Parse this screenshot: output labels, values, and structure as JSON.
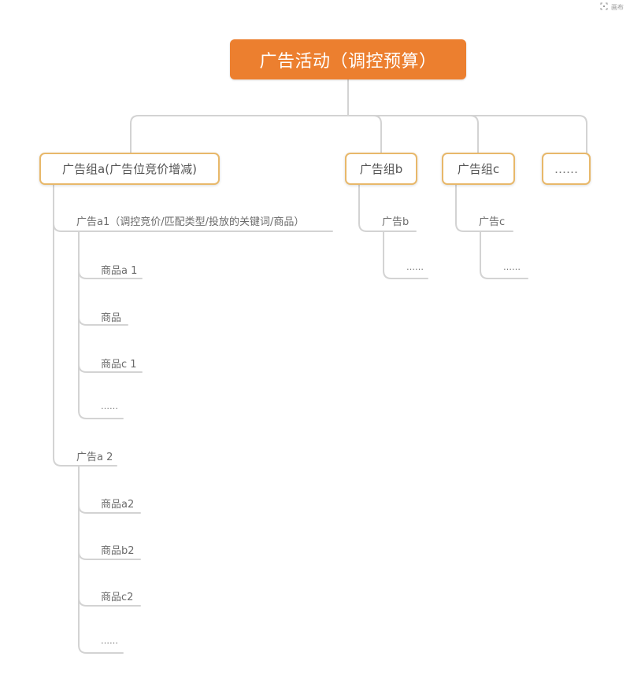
{
  "toolbar": {
    "layout_button_icon": "fit-layout-icon",
    "layout_button_label": "画布"
  },
  "colors": {
    "root_fill": "#ec7f2f",
    "group_border": "#e8b86a",
    "connector": "#d0d0d0",
    "leaf_text": "#6b6b6b"
  },
  "mindmap": {
    "root": {
      "label": "广告活动（调控预算）"
    },
    "groups": [
      {
        "label": "广告组a(广告位竞价增减)",
        "ads": [
          {
            "label": "广告a1（调控竞价/匹配类型/投放的关键词/商品）",
            "products": [
              "商品a 1",
              "商品",
              "商品c 1",
              "……"
            ]
          },
          {
            "label": "广告a 2",
            "products": [
              "商品a2",
              "商品b2",
              "商品c2",
              "……"
            ]
          }
        ]
      },
      {
        "label": "广告组b",
        "ads": [
          {
            "label": "广告b",
            "products": [
              "……"
            ]
          }
        ]
      },
      {
        "label": "广告组c",
        "ads": [
          {
            "label": "广告c",
            "products": [
              "……"
            ]
          }
        ]
      },
      {
        "label": "……",
        "ads": []
      }
    ]
  }
}
